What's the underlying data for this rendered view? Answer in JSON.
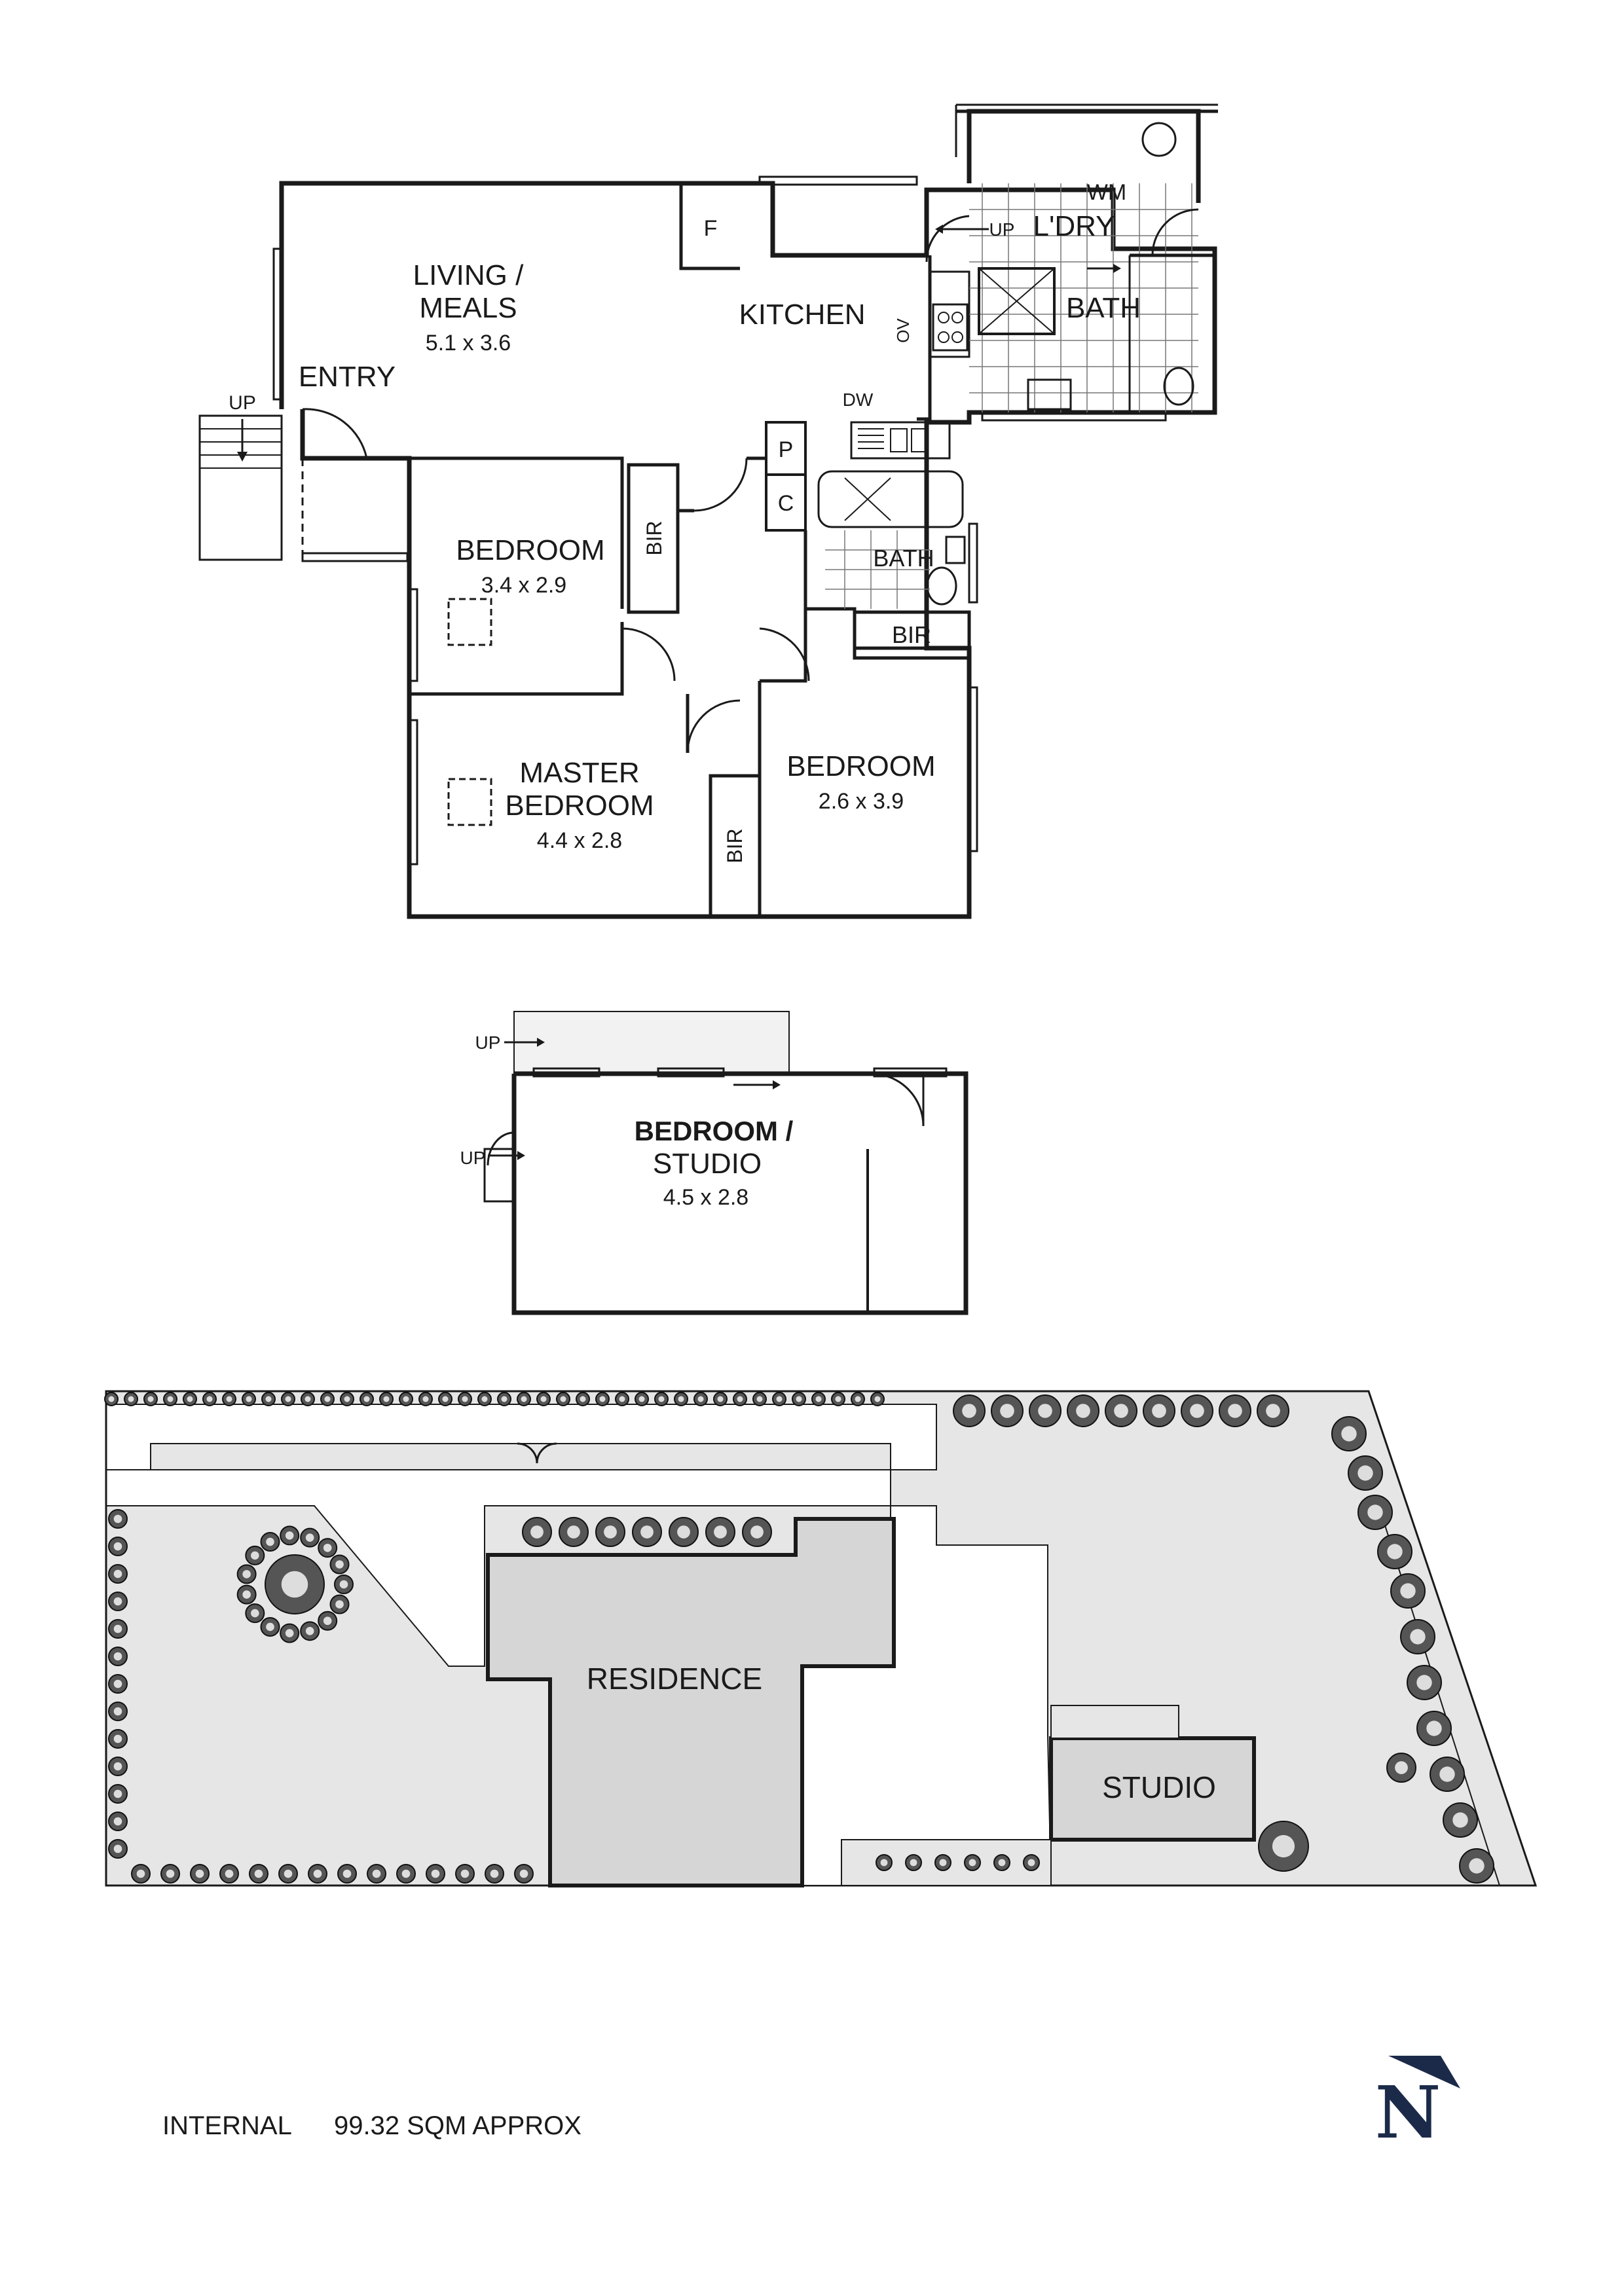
{
  "rooms": {
    "living": {
      "name": "LIVING /",
      "name2": "MEALS",
      "size": "5.1 x 3.6"
    },
    "entry": "ENTRY",
    "kitchen": "KITCHEN",
    "fridge": "F",
    "oven": "OV",
    "dishwasher": "DW",
    "pantry": "P",
    "cupboard": "C",
    "laundry": "L'DRY",
    "washing_machine": "WM",
    "bath_main": "BATH",
    "bath_small": "BATH",
    "bedroom1": {
      "name": "BEDROOM",
      "size": "3.4 x 2.9"
    },
    "bir1": "BIR",
    "bir2": "BIR",
    "bir3": "BIR",
    "master": {
      "name": "MASTER",
      "name2": "BEDROOM",
      "size": "4.4 x 2.8"
    },
    "bedroom2": {
      "name": "BEDROOM",
      "size": "2.6 x 3.9"
    },
    "up_entry": "UP",
    "up_laundry": "UP"
  },
  "studio_plan": {
    "name": "BEDROOM /",
    "name2": "STUDIO",
    "size": "4.5 x 2.8",
    "up_top": "UP",
    "up_side": "UP"
  },
  "site": {
    "residence": "RESIDENCE",
    "studio": "STUDIO"
  },
  "footer": {
    "label": "INTERNAL",
    "area": "99.32 SQM APPROX"
  },
  "compass": {
    "letter": "N"
  },
  "colors": {
    "wall": "#1a1a1a",
    "site_fill": "#e6e6e6",
    "building_fill": "#d6d6d6",
    "compass": "#1c2a4a"
  }
}
